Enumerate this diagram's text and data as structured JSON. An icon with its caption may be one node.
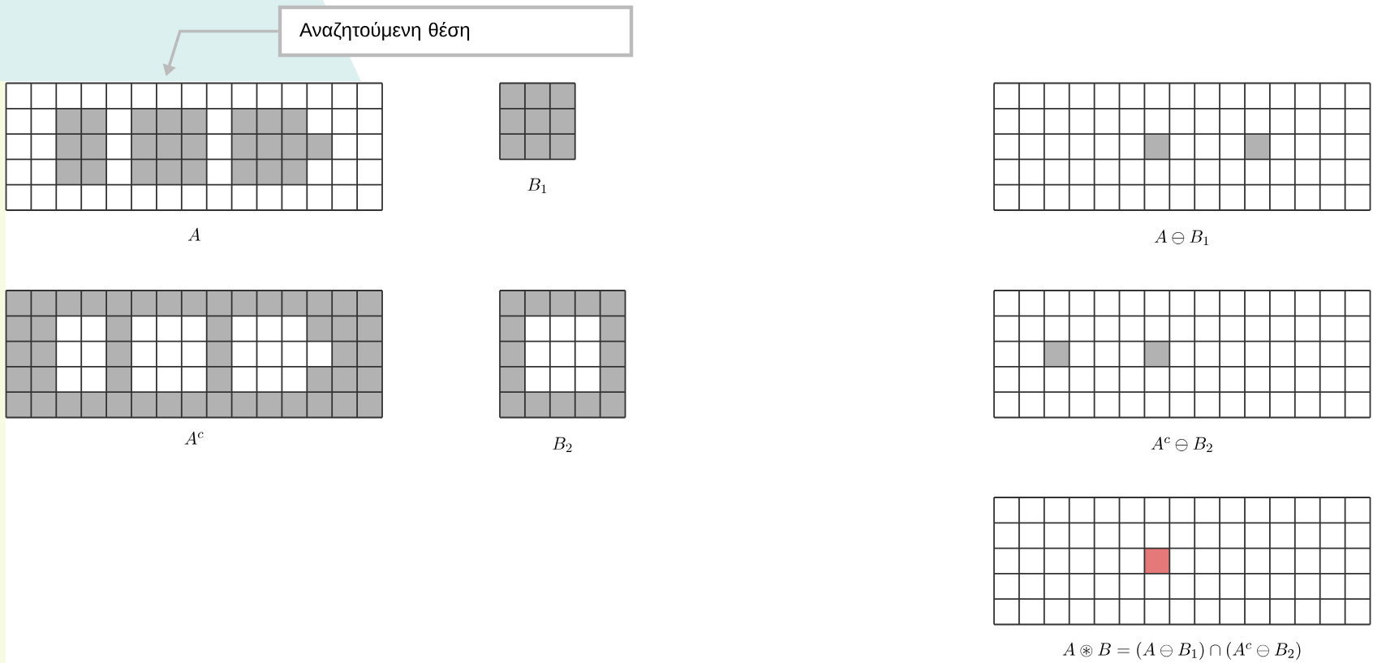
{
  "diagram": {
    "nodes": [
      {
        "text": [
          "Αναζητούμενη θέση"
        ]
      },
      {
        "text": [],
        "shape": "grid",
        "beside": [
          "A"
        ]
      },
      {
        "text": [],
        "shape": "grid",
        "beside": [
          "B_1"
        ]
      },
      {
        "text": [],
        "shape": "grid",
        "beside": [
          "A \\ominus B_1"
        ]
      },
      {
        "text": [],
        "shape": "grid",
        "beside": [
          "A^c"
        ]
      },
      {
        "text": [],
        "shape": "grid",
        "beside": [
          "B_2"
        ]
      },
      {
        "text": [],
        "shape": "grid",
        "beside": [
          "A^c \\ominus B_2"
        ]
      },
      {
        "text": [],
        "shape": "grid",
        "beside": [
          "A \\circledast B = (A \\ominus B_1) \\cap (A^c \\ominus B_2)"
        ]
      }
    ],
    "edges": [
      {
        "from": 0,
        "to": 1,
        "arrow": "to"
      }
    ]
  }
}
